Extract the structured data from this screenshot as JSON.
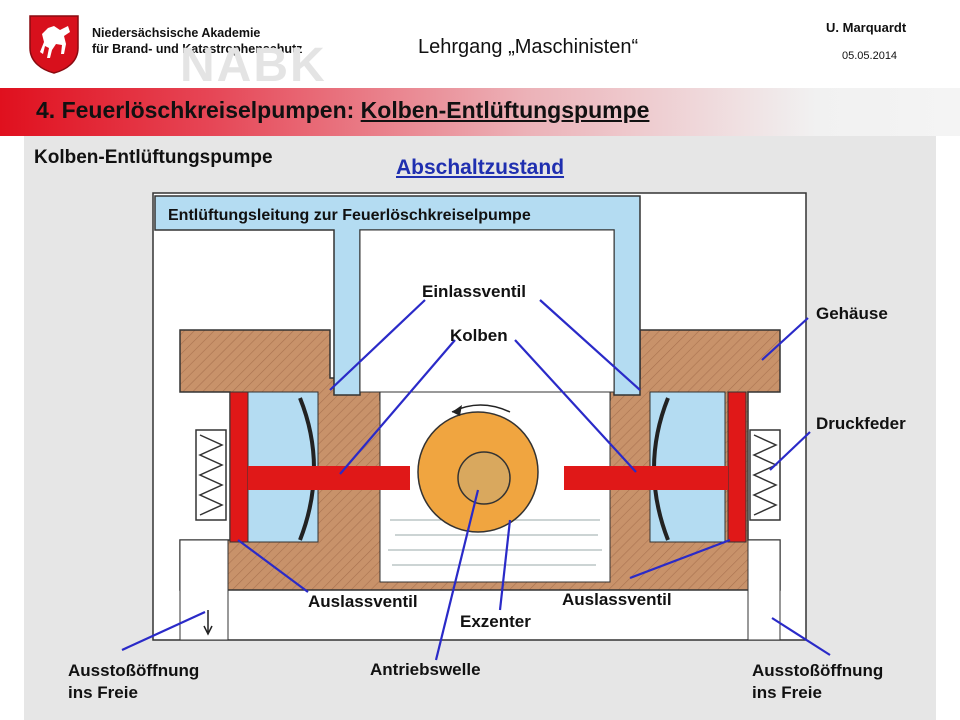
{
  "header": {
    "organization_line1": "Niedersächsische Akademie",
    "organization_line2": "für Brand- und Katastrophenschutz",
    "course": "Lehrgang „Maschinisten“",
    "author": "U. Marquardt",
    "date": "05.05.2014",
    "watermark": "NABK"
  },
  "title": {
    "prefix": "4. Feuerlöschkreiselpumpen: ",
    "link": "Kolben-Entlüftungspumpe"
  },
  "diagram": {
    "heading": "Kolben-Entlüftungspumpe",
    "state": "Abschaltzustand",
    "pipe_label": "Entlüftungsleitung zur Feuerlöschkreiselpumpe",
    "labels": {
      "inlet_valve": "Einlassventil",
      "piston": "Kolben",
      "housing": "Gehäuse",
      "spring": "Druckfeder",
      "outlet_valve_left": "Auslassventil",
      "outlet_valve_right": "Auslassventil",
      "eccentric": "Exzenter",
      "drive_shaft": "Antriebswelle",
      "exhaust_left_1": "Ausstoßöffnung",
      "exhaust_left_2": "ins Freie",
      "exhaust_right_1": "Ausstoßöffnung",
      "exhaust_right_2": "ins Freie"
    },
    "colors": {
      "housing": "#c8926a",
      "water": "#b4dcf2",
      "piston": "#e01818",
      "eccentric": "#f0a540",
      "leader": "#2a2ac8"
    }
  }
}
